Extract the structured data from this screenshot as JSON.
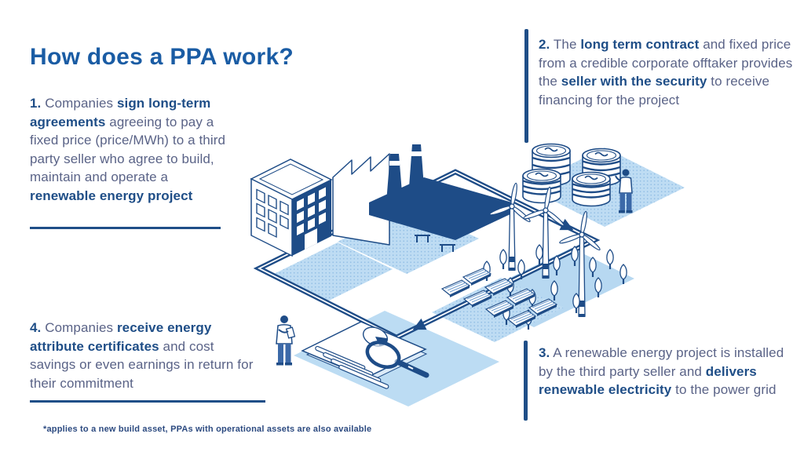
{
  "title": "How does a PPA work?",
  "steps": {
    "step1": {
      "segments": [
        {
          "t": "1.",
          "b": true
        },
        {
          "t": " Companies ",
          "b": false
        },
        {
          "t": "sign long-term agreements",
          "b": true
        },
        {
          "t": " agreeing to pay a fixed price (price/MWh) to a third party seller who agree to build, maintain and operate a ",
          "b": false
        },
        {
          "t": "renewable energy project",
          "b": true
        }
      ]
    },
    "step2": {
      "segments": [
        {
          "t": "2.",
          "b": true
        },
        {
          "t": " The ",
          "b": false
        },
        {
          "t": "long term contract",
          "b": true
        },
        {
          "t": " and fixed price from a credible corporate offtaker provides the ",
          "b": false
        },
        {
          "t": "seller with the security",
          "b": true
        },
        {
          "t": " to receive financing for the project",
          "b": false
        }
      ]
    },
    "step3": {
      "segments": [
        {
          "t": "3.",
          "b": true
        },
        {
          "t": " A renewable energy project is installed by the third party seller and ",
          "b": false
        },
        {
          "t": "delivers renewable electricity",
          "b": true
        },
        {
          "t": " to the power grid",
          "b": false
        }
      ]
    },
    "step4": {
      "segments": [
        {
          "t": "4.",
          "b": true
        },
        {
          "t": " Companies ",
          "b": false
        },
        {
          "t": "receive energy attribute certificates",
          "b": true
        },
        {
          "t": " and cost savings or even earnings in return for their commitment",
          "b": false
        }
      ]
    }
  },
  "footnote": "*applies to a new build asset, PPAs with operational assets are also available",
  "colors": {
    "accent_navy": "#1f4e87",
    "title_blue": "#1a5ca4",
    "body_text": "#5a6387",
    "light_blue": "#b7d8f1",
    "pale_blue": "#d3e7f7",
    "dot_blue": "#8fbce4"
  },
  "illustration_icons": [
    "office-building-icon",
    "factory-icon",
    "chimney-icon",
    "wind-turbine-icon",
    "tree-icon",
    "solar-panel-icon",
    "coin-stack-icon",
    "investor-person-icon",
    "analyst-person-icon",
    "contract-document-icon",
    "pie-chart-icon",
    "magnifier-icon",
    "energy-flow-loop",
    "flow-arrow-icon",
    "fence-icon"
  ]
}
